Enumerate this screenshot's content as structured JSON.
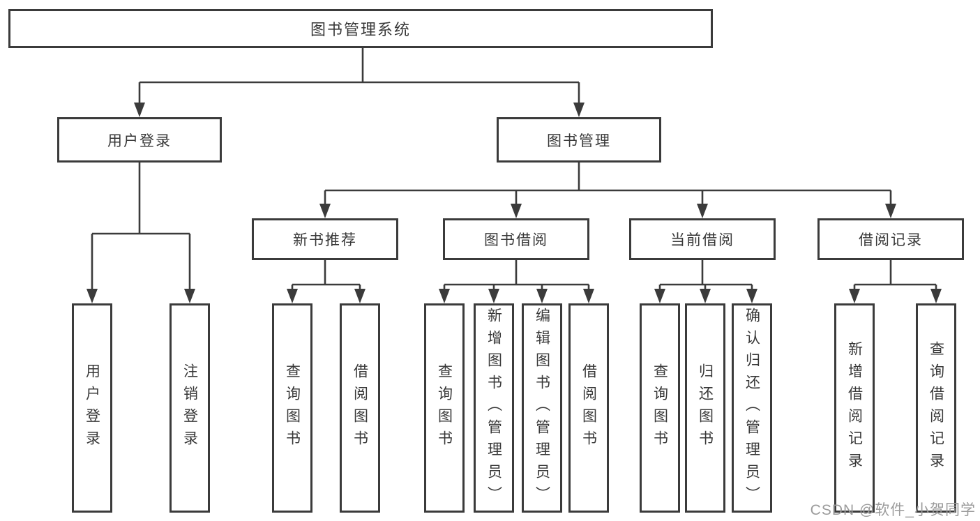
{
  "diagram": {
    "title": "图书管理系统",
    "level2": {
      "user_login": "用户登录",
      "book_mgmt": "图书管理"
    },
    "level3": {
      "new_books": "新书推荐",
      "book_borrow": "图书借阅",
      "current_borrow": "当前借阅",
      "borrow_records": "借阅记录"
    },
    "leaves": {
      "user_login": [
        "用户登录",
        "注销登录"
      ],
      "new_books": [
        "查询图书",
        "借阅图书"
      ],
      "book_borrow": [
        "查询图书",
        "新增图书（管理员）",
        "编辑图书（管理员）",
        "借阅图书"
      ],
      "current_borrow": [
        "查询图书",
        "归还图书",
        "确认归还（管理员）"
      ],
      "borrow_records": [
        "新增借阅记录",
        "查询借阅记录"
      ]
    }
  },
  "watermark": "CSDN @软件_小贺同学",
  "colors": {
    "line": "#3b3b3b",
    "text": "#383838",
    "watermark": "#9b9b9b",
    "background": "#ffffff"
  }
}
